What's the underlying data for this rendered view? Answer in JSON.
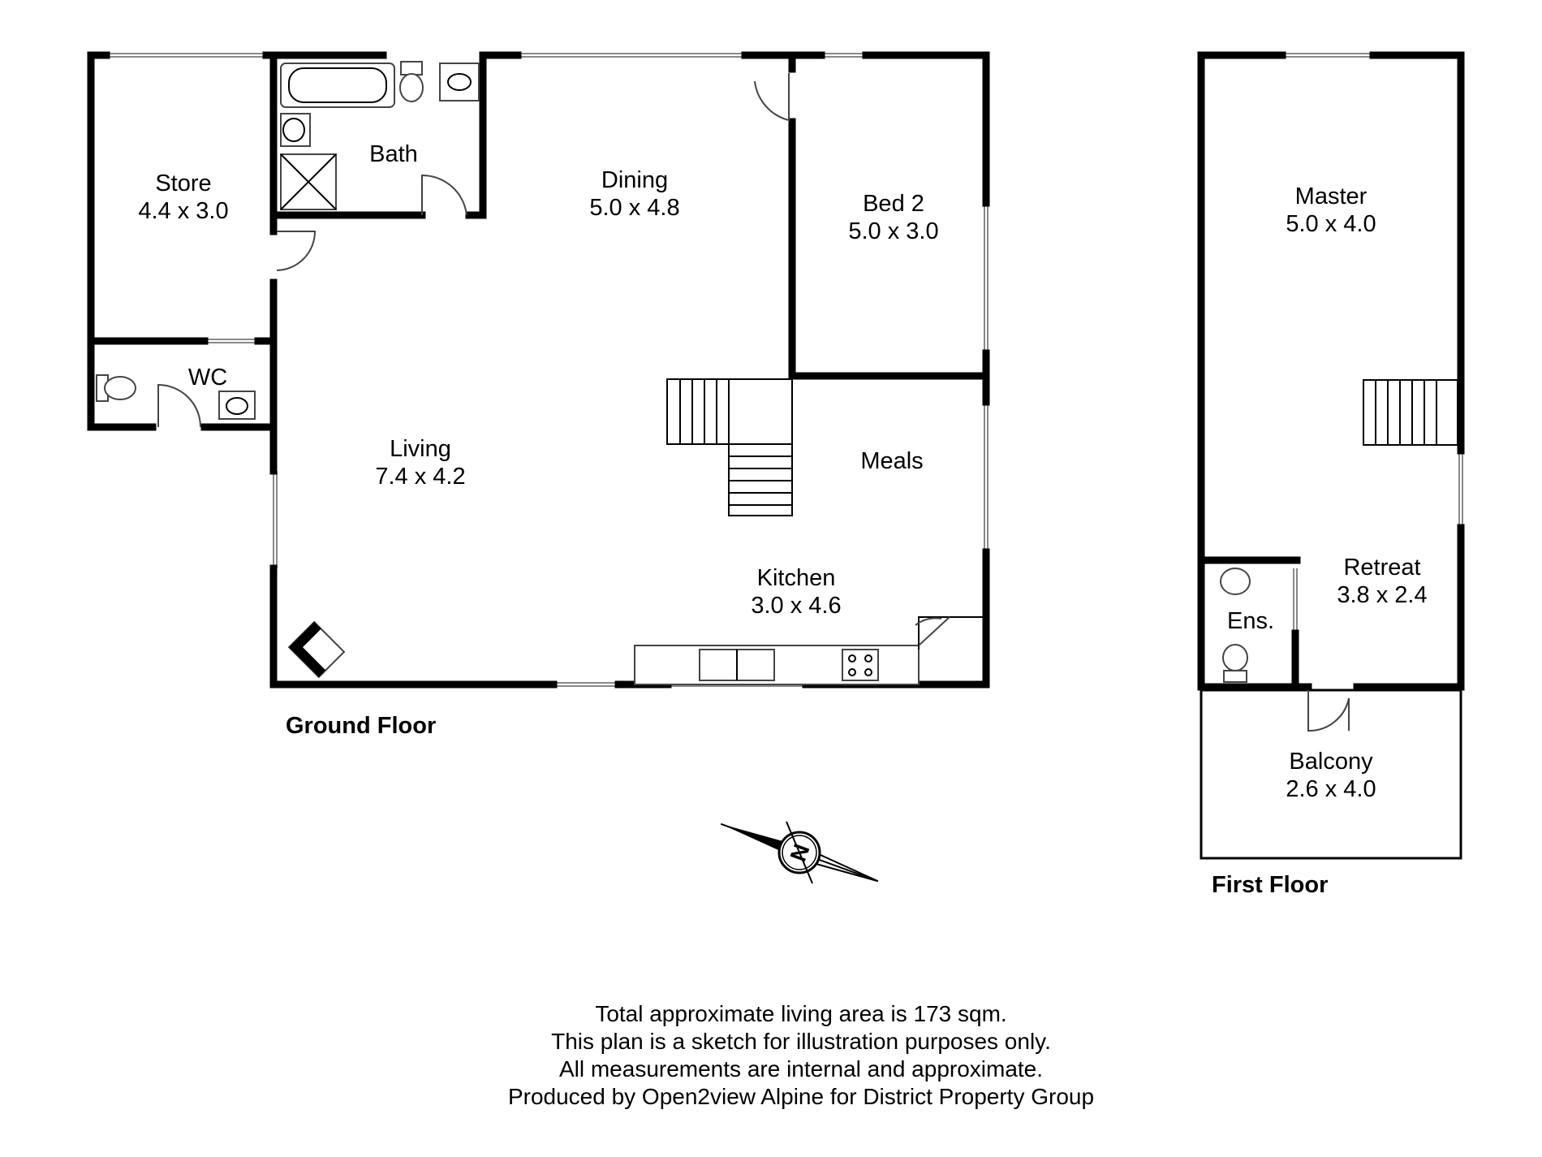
{
  "ground_floor": {
    "title": "Ground Floor",
    "rooms": {
      "store": {
        "name": "Store",
        "size": "4.4 x 3.0"
      },
      "bath": {
        "name": "Bath"
      },
      "dining": {
        "name": "Dining",
        "size": "5.0 x 4.8"
      },
      "bed2": {
        "name": "Bed 2",
        "size": "5.0 x 3.0"
      },
      "wc": {
        "name": "WC"
      },
      "living": {
        "name": "Living",
        "size": "7.4 x 4.2"
      },
      "meals": {
        "name": "Meals"
      },
      "kitchen": {
        "name": "Kitchen",
        "size": "3.0 x 4.6"
      }
    }
  },
  "first_floor": {
    "title": "First Floor",
    "rooms": {
      "master": {
        "name": "Master",
        "size": "5.0 x 4.0"
      },
      "retreat": {
        "name": "Retreat",
        "size": "3.8 x 2.4"
      },
      "ensuite": {
        "name": "Ens."
      },
      "balcony": {
        "name": "Balcony",
        "size": "2.6 x 4.0"
      }
    }
  },
  "compass": {
    "label": "N"
  },
  "footer": {
    "line1": "Total approximate living area is 173 sqm.",
    "line2": "This plan is a sketch for illustration purposes only.",
    "line3": "All measurements are internal and approximate.",
    "line4": "Produced by Open2view Alpine for District Property Group"
  }
}
